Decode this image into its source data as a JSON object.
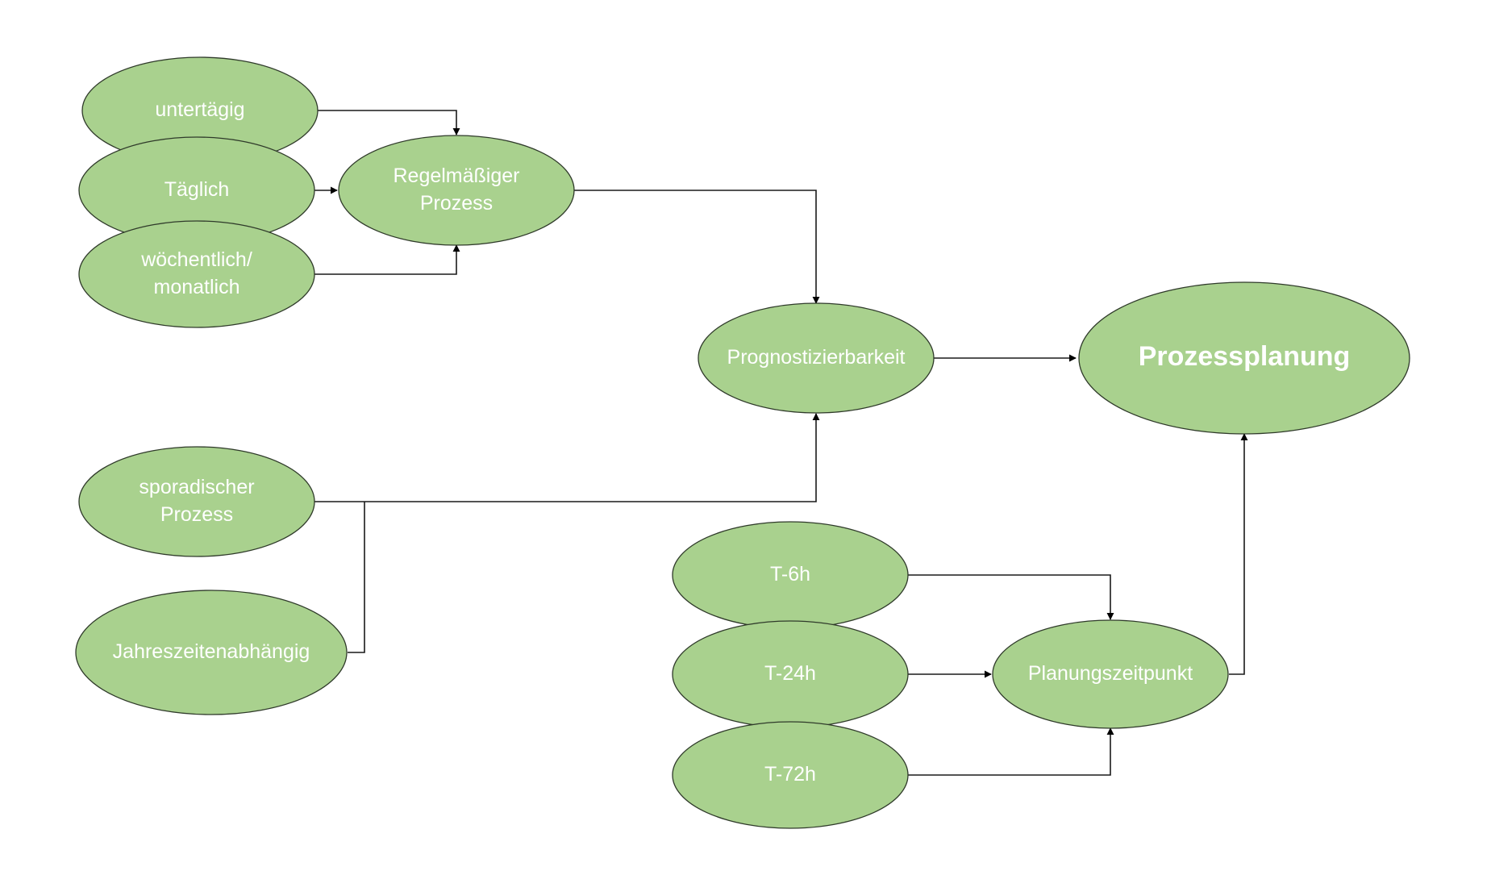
{
  "nodes": {
    "untertaegig": {
      "lines": [
        "untertägig"
      ]
    },
    "taeglich": {
      "lines": [
        "Täglich"
      ]
    },
    "woechentlich": {
      "lines": [
        "wöchentlich/",
        "monatlich"
      ]
    },
    "regelmaessig": {
      "lines": [
        "Regelmäßiger",
        "Prozess"
      ]
    },
    "prognostizierbarkeit": {
      "lines": [
        "Prognostizierbarkeit"
      ]
    },
    "prozessplanung": {
      "lines": [
        "Prozessplanung"
      ]
    },
    "sporadisch": {
      "lines": [
        "sporadischer",
        "Prozess"
      ]
    },
    "jahreszeiten": {
      "lines": [
        "Jahreszeitenabhängig"
      ]
    },
    "t6h": {
      "lines": [
        "T-6h"
      ]
    },
    "t24h": {
      "lines": [
        "T-24h"
      ]
    },
    "t72h": {
      "lines": [
        "T-72h"
      ]
    },
    "planungszeitpunkt": {
      "lines": [
        "Planungszeitpunkt"
      ]
    }
  },
  "colors": {
    "node_fill": "#a9d18e",
    "node_stroke": "#2f3a2a",
    "node_text": "#ffffff",
    "edge": "#1a1a1a"
  }
}
